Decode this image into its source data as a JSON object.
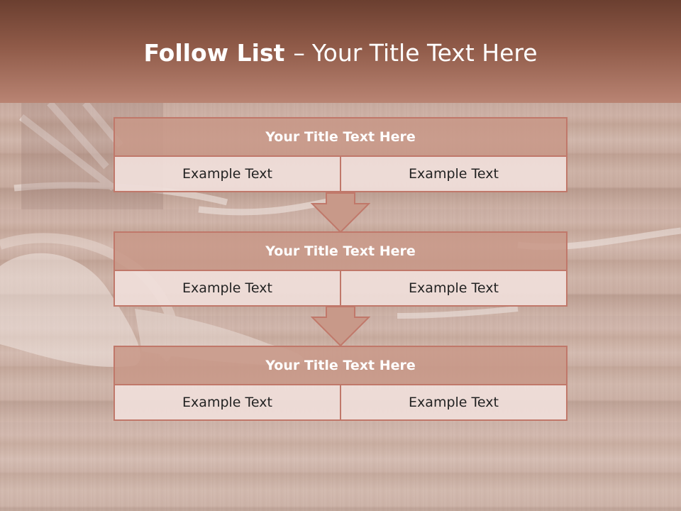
{
  "slide": {
    "title_bold": "Follow List",
    "title_dash": "–",
    "title_rest": "Your Title Text Here"
  },
  "steps": [
    {
      "title": "Your Title Text Here",
      "left": "Example Text",
      "right": "Example Text"
    },
    {
      "title": "Your Title Text Here",
      "left": "Example Text",
      "right": "Example Text"
    },
    {
      "title": "Your Title Text Here",
      "left": "Example Text",
      "right": "Example Text"
    }
  ],
  "colors": {
    "header_top": "#6b3f30",
    "title_fill": "#c89989",
    "border": "#c0786a",
    "cell_fill": "#f0deda"
  }
}
